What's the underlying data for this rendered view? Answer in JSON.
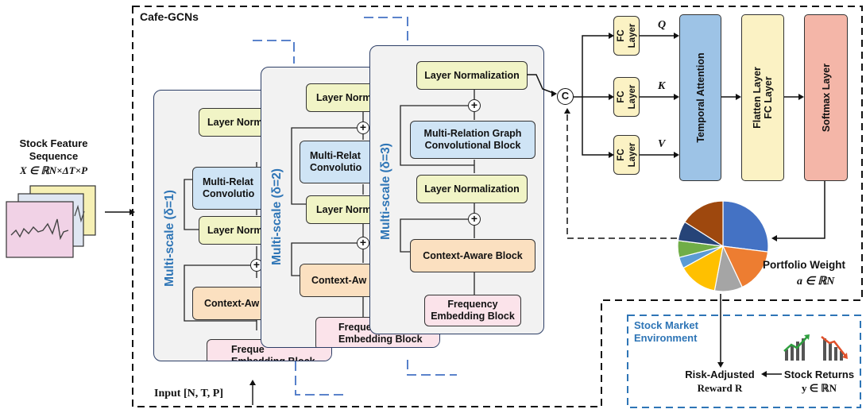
{
  "title": "Cafe-GCNs",
  "input_seq": {
    "title_line1": "Stock Feature",
    "title_line2": "Sequence",
    "formula": "X ∈ ℝN×ΔT×P"
  },
  "input_dims": "Input [N,  T, P]",
  "scales": [
    {
      "label": "Multi-scale  (δ=1)"
    },
    {
      "label": "Multi-scale  (δ=2)"
    },
    {
      "label": "Multi-scale  (δ=3)"
    }
  ],
  "blocks": {
    "layer_norm": "Layer Normalization",
    "layer_norm_cut": "Layer Norm",
    "mr_line1": "Multi-Relation Graph",
    "mr_line2": "Convolutional Block",
    "mr_cut1": "Multi-Relat",
    "mr_cut2": "Convolutio",
    "context_aware": "Context-Aware Block",
    "context_aware_cut": "Context-Aw",
    "freq_line1": "Frequency",
    "freq_line2": "Embedding Block",
    "freq_cut1": "Freque"
  },
  "concat_symbol": "C",
  "fc_layer": {
    "line1": "FC",
    "line2": "Layer"
  },
  "qkv": [
    "Q",
    "K",
    "V"
  ],
  "temporal_attention": "Temporal Attention",
  "flatten": {
    "line1": "Flatten Layer",
    "line2": "FC Layer"
  },
  "softmax": "Softmax Layer",
  "portfolio": {
    "title": "Portfolio Weight",
    "formula": "a ∈ ℝN"
  },
  "pie_data": [
    {
      "value": 27,
      "color": "#4472c4"
    },
    {
      "value": 16,
      "color": "#ed7d31"
    },
    {
      "value": 10,
      "color": "#a5a5a5"
    },
    {
      "value": 14,
      "color": "#ffc000"
    },
    {
      "value": 4,
      "color": "#5b9bd5"
    },
    {
      "value": 6,
      "color": "#70ad47"
    },
    {
      "value": 7,
      "color": "#264478"
    },
    {
      "value": 16,
      "color": "#9e480e"
    }
  ],
  "env": {
    "title_line1": "Stock Market",
    "title_line2": "Environment",
    "reward_line1": "Risk-Adjusted",
    "reward_line2": "Reward R",
    "returns_line1": "Stock Returns",
    "returns_line2": "y ∈ ℝN"
  },
  "colors": {
    "accent": "#2e75b6",
    "attention": "#9dc3e6",
    "softmax": "#f4b6a8",
    "panel_border": "#2c3e66"
  }
}
